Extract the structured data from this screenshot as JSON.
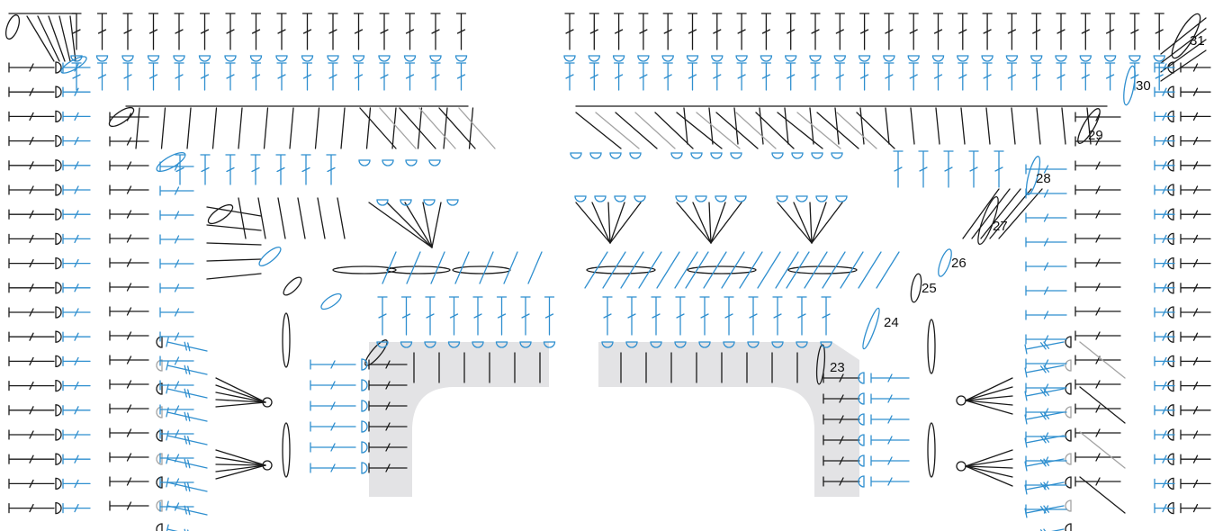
{
  "colors": {
    "ink": "#1a1a1a",
    "blue": "#2f8fcf",
    "gray": "#a3a3a3",
    "panel": "#e3e3e5",
    "background": "#ffffff"
  },
  "symbols": [
    "double-crochet",
    "treble-crochet",
    "chain-loop",
    "picot-ring",
    "bobble-cluster"
  ],
  "row_labels": [
    "23",
    "24",
    "25",
    "26",
    "27",
    "28",
    "29",
    "30",
    "31"
  ]
}
